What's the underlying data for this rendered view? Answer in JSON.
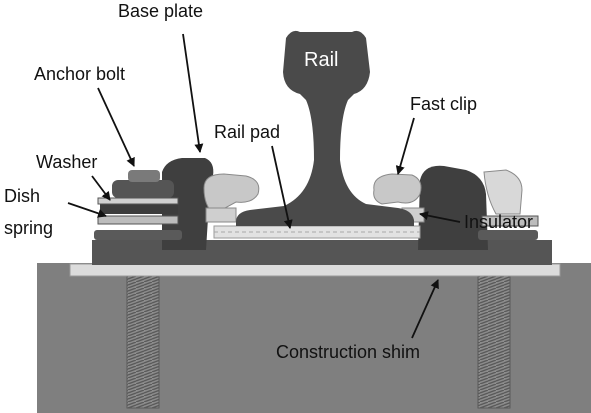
{
  "figure": {
    "labels": {
      "base_plate": "Base plate",
      "anchor_bolt": "Anchor bolt",
      "rail": "Rail",
      "fast_clip": "Fast clip",
      "rail_pad": "Rail pad",
      "washer": "Washer",
      "dish_spring_line1": "Dish",
      "dish_spring_line2": "spring",
      "insulator": "Insulator",
      "construction_shim": "Construction shim"
    }
  }
}
